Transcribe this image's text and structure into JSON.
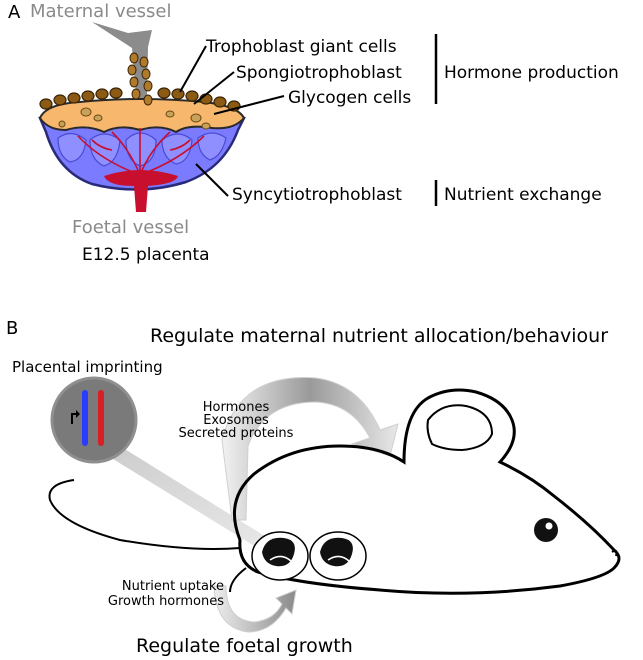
{
  "panel_a": {
    "letter": "A",
    "maternal_vessel": "Maternal vessel",
    "foetal_vessel": "Foetal vessel",
    "caption": "E12.5 placenta",
    "layers": {
      "trophoblast_giant": "Trophoblast giant cells",
      "spongiotrophoblast": "Spongiotrophoblast",
      "glycogen": "Glycogen cells",
      "syncytiotrophoblast": "Syncytiotrophoblast"
    },
    "functions": {
      "hormone": "Hormone production",
      "nutrient": "Nutrient exchange"
    }
  },
  "panel_b": {
    "letter": "B",
    "top_title": "Regulate maternal nutrient allocation/behaviour",
    "imprinting": "Placental imprinting",
    "signals": [
      "Hormones",
      "Exosomes",
      "Secreted proteins"
    ],
    "uptake": [
      "Nutrient uptake",
      "Growth hormones"
    ],
    "bottom_title": "Regulate foetal growth"
  },
  "colors": {
    "giant_cell": "#8b5a14",
    "spongio": "#f7b86e",
    "labyrinth": "#7b7bff",
    "vessel_red": "#c8102e",
    "allele_blue": "#2b3cff",
    "allele_red": "#d81f26",
    "callout_grey": "#7a7a7a"
  }
}
